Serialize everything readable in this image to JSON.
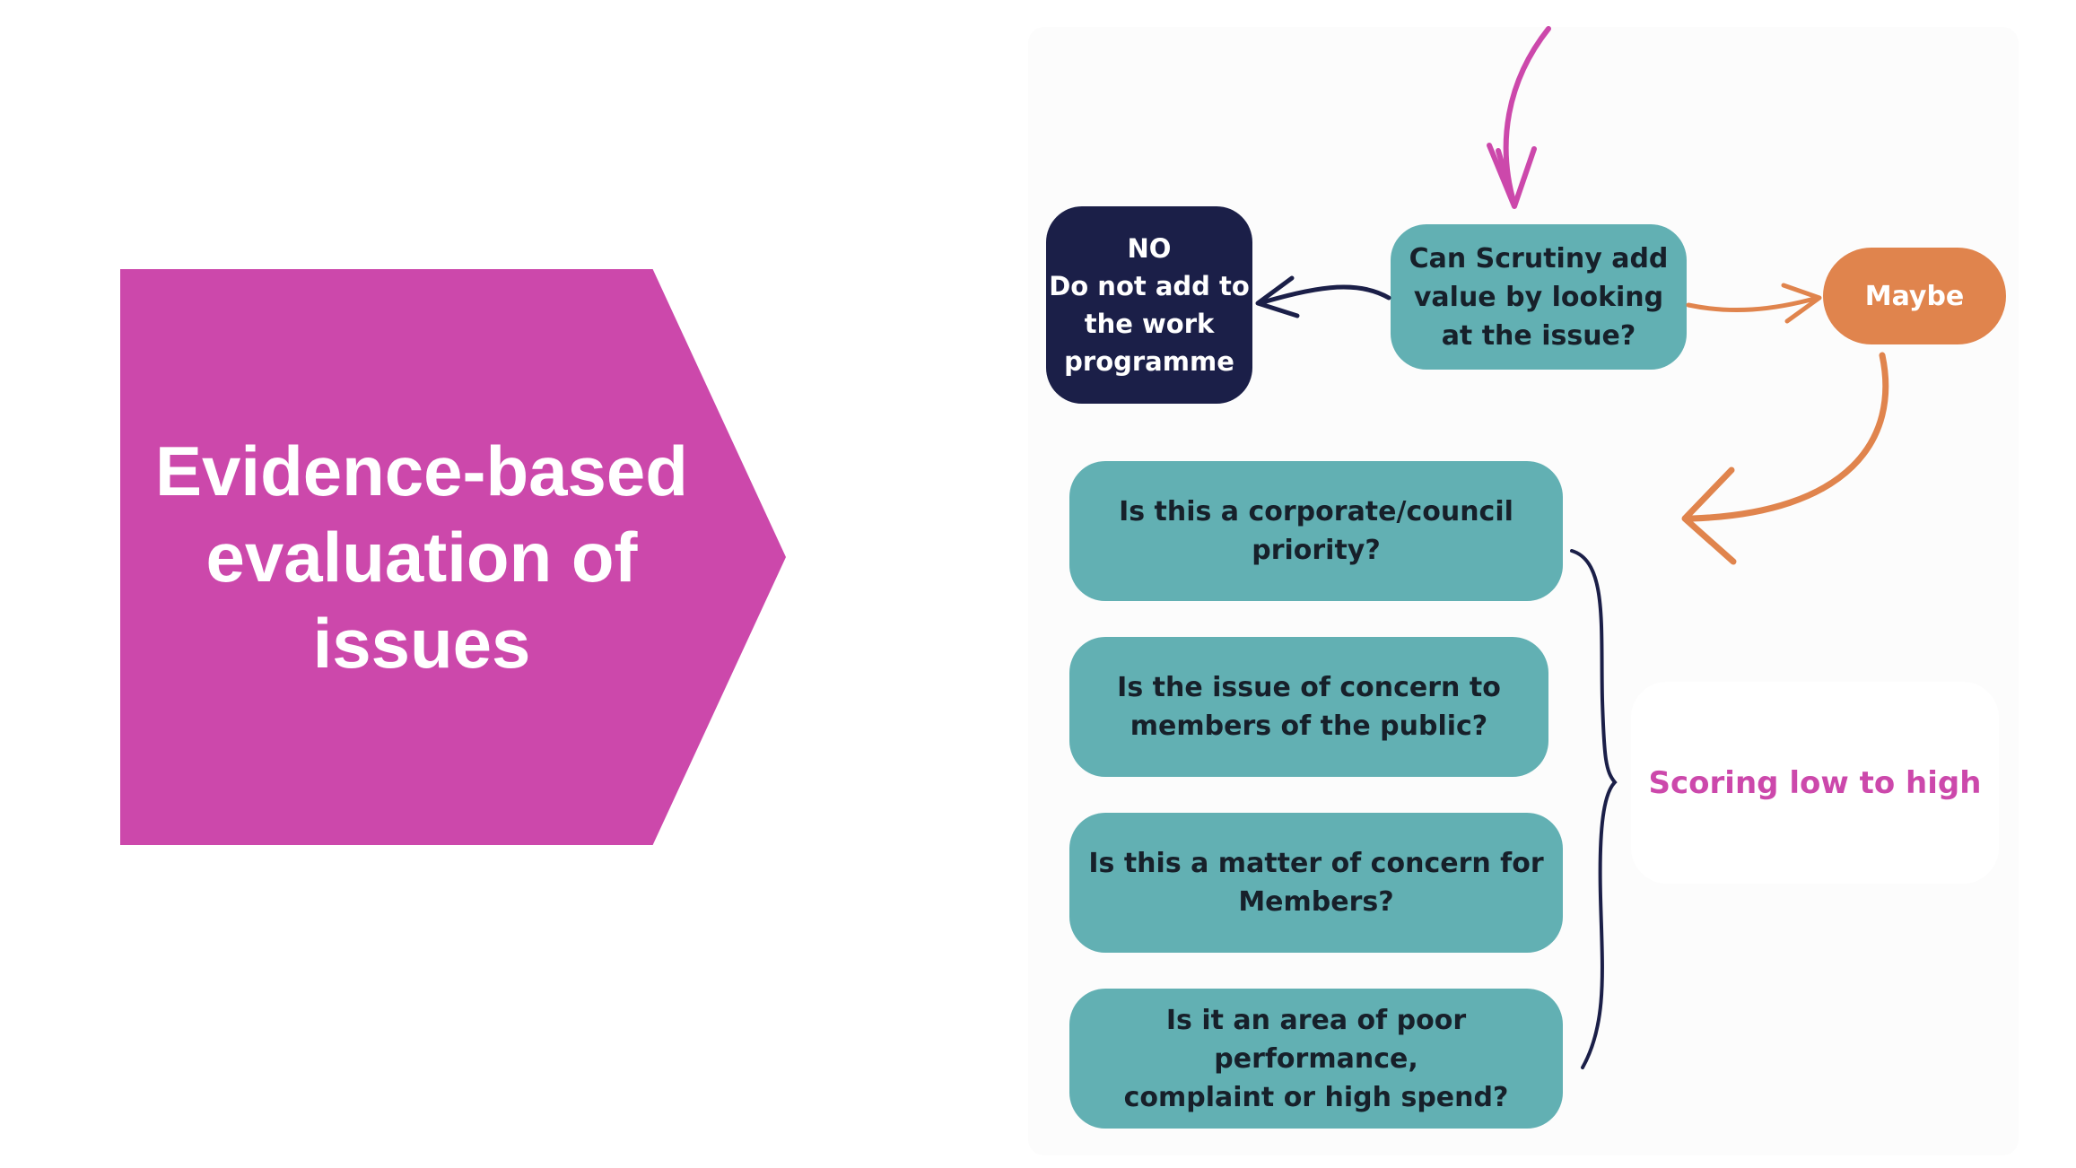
{
  "title": "Evidence-based\nevaluation of\nissues",
  "nodes": {
    "no": "NO\nDo not add to\nthe work\nprogramme",
    "question": "Can Scrutiny add\nvalue by looking\nat the issue?",
    "maybe": "Maybe"
  },
  "criteria": [
    "Is this a corporate/council\npriority?",
    "Is the issue of concern to\nmembers of the public?",
    "Is this a matter of concern for\nMembers?",
    "Is it an area of poor performance,\ncomplaint or high spend?"
  ],
  "scoring_label": "Scoring low to high",
  "colors": {
    "magenta": "#cc48ab",
    "teal": "#62b0b3",
    "navy": "#1b1f48",
    "orange": "#e0844d"
  }
}
